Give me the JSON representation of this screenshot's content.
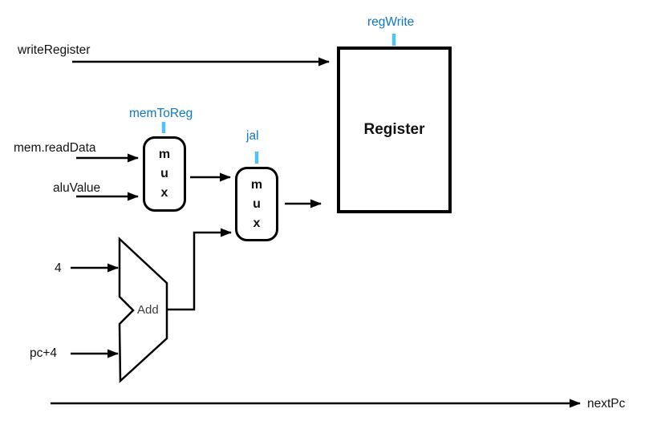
{
  "diagram": {
    "signals": {
      "writeRegister": "writeRegister",
      "regWrite": "regWrite",
      "memToReg": "memToReg",
      "jal": "jal",
      "memReadData": "mem.readData",
      "aluValue": "aluValue",
      "four": "4",
      "pcPlus4": "pc+4",
      "nextPc": "nextPc"
    },
    "blocks": {
      "register": "Register",
      "adder": "Add",
      "mux_lines": [
        "m",
        "u",
        "x"
      ]
    },
    "colors": {
      "wire_black": "#000000",
      "control_label_blue": "#0E78C2",
      "control_tick_blue": "#4FC3F1",
      "add_text_gray": "#3c3c3c",
      "background": "#ffffff"
    }
  }
}
